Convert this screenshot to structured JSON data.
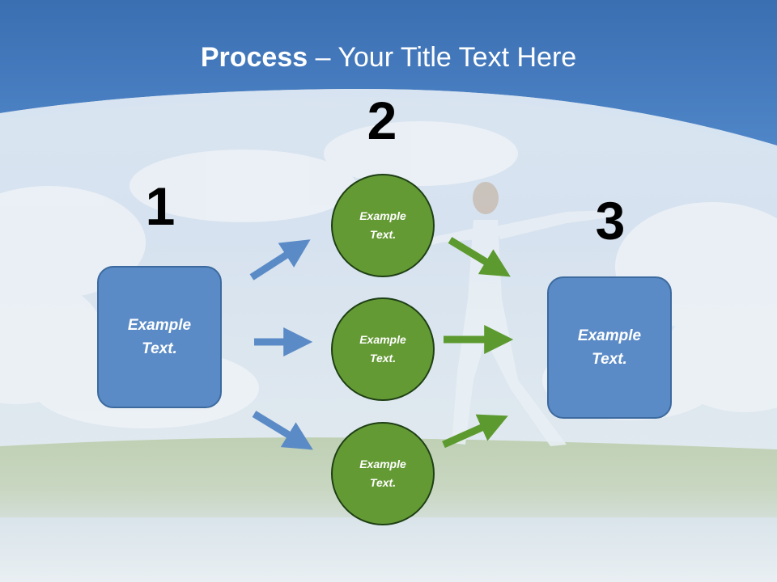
{
  "title": {
    "bold": "Process",
    "rest": " – Your Title Text Here"
  },
  "steps": [
    {
      "number": "1"
    },
    {
      "number": "2"
    },
    {
      "number": "3"
    }
  ],
  "left_box": {
    "line1": "Example",
    "line2": "Text."
  },
  "circles": [
    {
      "line1": "Example",
      "line2": "Text."
    },
    {
      "line1": "Example",
      "line2": "Text."
    },
    {
      "line1": "Example",
      "line2": "Text."
    }
  ],
  "right_box": {
    "line1": "Example",
    "line2": "Text."
  },
  "colors": {
    "box": "#5b8bc7",
    "circle": "#649a34",
    "blue_arrow": "#5b8bc7",
    "green_arrow": "#5c9a2f",
    "header": "#4a80c4"
  }
}
